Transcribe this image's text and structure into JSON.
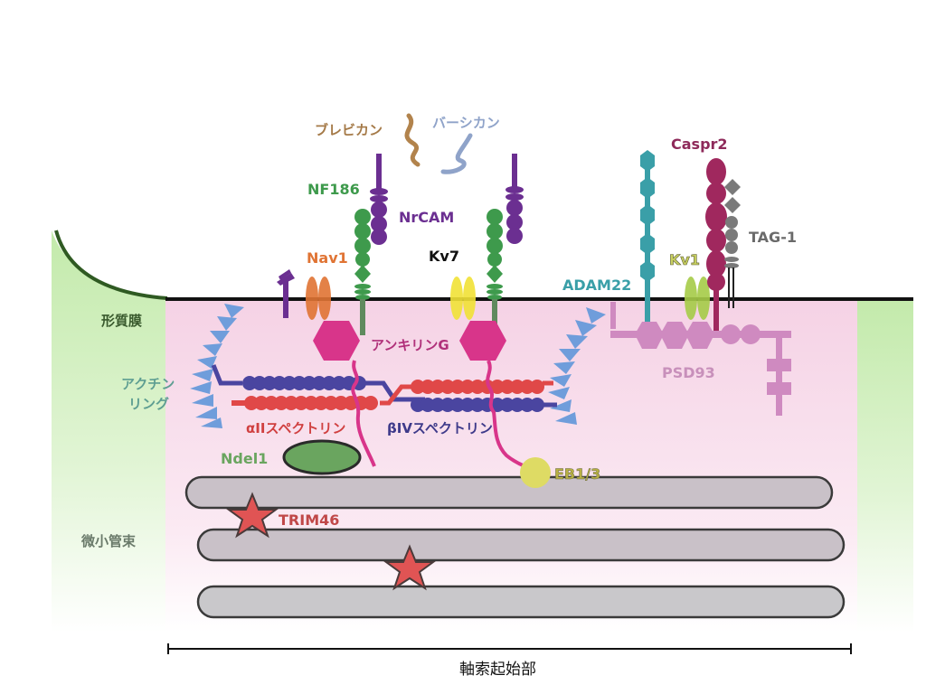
{
  "diagram": {
    "title": "軸索起始部",
    "regions": {
      "membrane": "形質膜",
      "actin_ring_line1": "アクチン",
      "actin_ring_line2": "リング",
      "microtubules": "微小管束"
    },
    "extracellular": {
      "brevican": "ブレビカン",
      "versican": "バーシカン"
    },
    "proteins": {
      "nf186": "NF186",
      "nrcam": "NrCAM",
      "nav1": "Nav1",
      "kv7": "Kv7",
      "ankyrin_g": "アンキリンG",
      "alpha_spectrin": "αIIスペクトリン",
      "beta_spectrin": "βIVスペクトリン",
      "ndel1": "Ndel1",
      "eb13": "EB1/3",
      "trim46": "TRIM46",
      "adam22": "ADAM22",
      "caspr2": "Caspr2",
      "tag1": "TAG-1",
      "kv1": "Kv1",
      "psd93": "PSD93"
    },
    "colors": {
      "soma_green": "#c6ebb0",
      "cytoplasm_pink": "#f5d4e6",
      "membrane": "#111111",
      "nf186": "#3e9a4c",
      "nrcam": "#6b2f91",
      "nav1": "#e07434",
      "kv7": "#f1e236",
      "ankyrin": "#d8358a",
      "alpha_spectrin": "#e04848",
      "beta_spectrin": "#4a45a0",
      "actin": "#6f9ddb",
      "adam22": "#3a9fa8",
      "caspr2": "#a0285e",
      "tag1": "#7a7a7a",
      "kv1": "#a6cc48",
      "psd93": "#cf8ac0",
      "microtubule": "#c9c1c8",
      "trim46": "#e05454",
      "ndel1": "#6aa55f",
      "eb13": "#dedb64"
    }
  }
}
